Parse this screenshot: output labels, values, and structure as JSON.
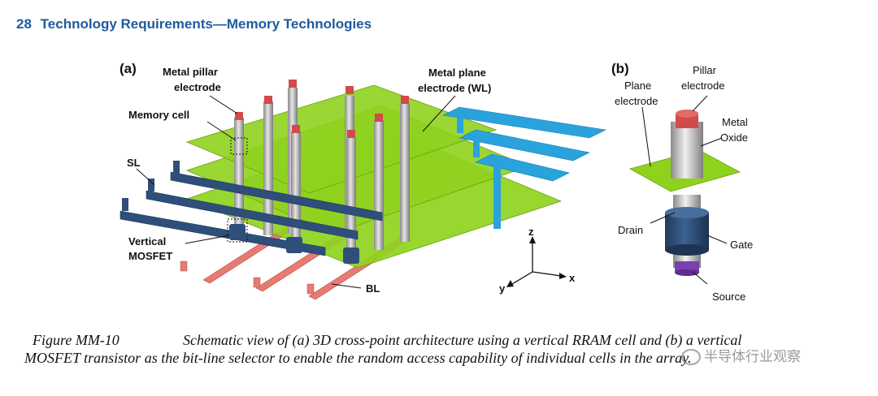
{
  "header": {
    "page_number": "28",
    "title": "Technology Requirements—Memory Technologies"
  },
  "figure": {
    "panel_a": "(a)",
    "panel_b": "(b)",
    "labels_a": {
      "metal_pillar_line1": "Metal pillar",
      "metal_pillar_line2": "electrode",
      "metal_plane_line1": "Metal plane",
      "metal_plane_line2": "electrode (WL)",
      "memory_cell": "Memory cell",
      "sl": "SL",
      "vertical_line1": "Vertical",
      "vertical_line2": "MOSFET",
      "bl": "BL",
      "axis_z": "z",
      "axis_y": "y",
      "axis_x": "x"
    },
    "labels_b": {
      "pillar_line1": "Pillar",
      "pillar_line2": "electrode",
      "plane_line1": "Plane",
      "plane_line2": "electrode",
      "metal": "Metal",
      "oxide": "Oxide",
      "drain": "Drain",
      "gate": "Gate",
      "source": "Source"
    },
    "colors": {
      "plane_green": "#8fd21e",
      "wl_blue": "#2aa3dc",
      "sl_navy": "#2f4f7a",
      "bl_red": "#e77a72",
      "pillar_grey": "#b8b8b8",
      "pillar_cap": "#d24a4a",
      "source_purple": "#7a3fb0",
      "header_blue": "#1f5a9e"
    }
  },
  "caption": {
    "figure_number": "Figure MM-10",
    "line1": "Schematic view of (a) 3D cross-point architecture using a vertical RRAM cell and (b) a vertical",
    "line2": "MOSFET transistor as the bit-line selector to enable the random access capability of individual cells in the array."
  },
  "watermark": {
    "text": "半导体行业观察"
  }
}
